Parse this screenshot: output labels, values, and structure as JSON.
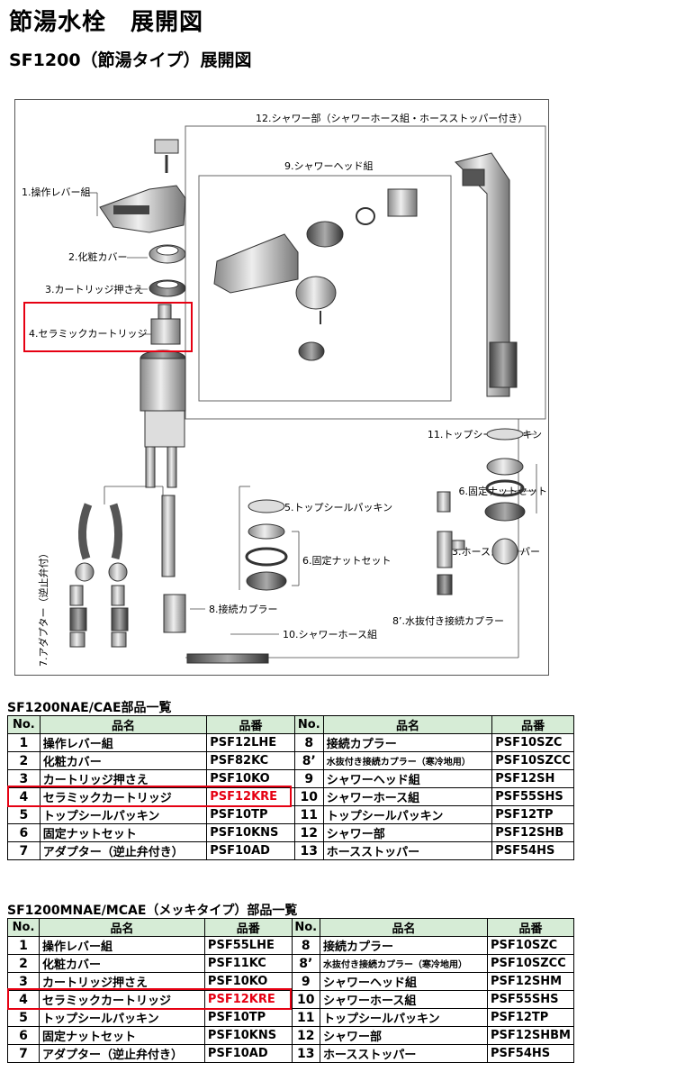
{
  "header": {
    "title": "節湯水栓　展開図",
    "subtitle": "SF1200（節湯タイプ）展開図"
  },
  "diagram": {
    "labels": {
      "p1": "1.操作レバー組",
      "p2": "2.化粧カバー",
      "p3": "3.カートリッジ押さえ",
      "p4": "4.セラミックカートリッジ",
      "p5": "5.トップシールパッキン",
      "p6a": "6.固定ナットセット",
      "p6b": "6.固定ナットセット",
      "p7": "7.アダプター（逆止弁付）",
      "p8": "8.接続カプラー",
      "p8d": "8’.水抜付き接続カプラー",
      "p9": "9.シャワーヘッド組",
      "p10": "10.シャワーホース組",
      "p11": "11.トップシールパッキン",
      "p12": "12.シャワー部（シャワーホース組・ホースストッパー付き）",
      "p13": "13.ホースストッパー"
    },
    "highlight_color": "#e60012"
  },
  "table1": {
    "caption": "SF1200NAE/CAE部品一覧",
    "headers": [
      "No.",
      "品名",
      "品番",
      "No.",
      "品名",
      "品番"
    ],
    "rows": [
      [
        "1",
        "操作レバー組",
        "PSF12LHE",
        "8",
        "接続カプラー",
        "PSF10SZC"
      ],
      [
        "2",
        "化粧カバー",
        "PSF82KC",
        "8’",
        "水抜付き接続カプラー（寒冷地用）",
        "PSF10SZCC"
      ],
      [
        "3",
        "カートリッジ押さえ",
        "PSF10KO",
        "9",
        "シャワーヘッド組",
        "PSF12SH"
      ],
      [
        "4",
        "セラミックカートリッジ",
        "PSF12KRE",
        "10",
        "シャワーホース組",
        "PSF55SHS"
      ],
      [
        "5",
        "トップシールパッキン",
        "PSF10TP",
        "11",
        "トップシールパッキン",
        "PSF12TP"
      ],
      [
        "6",
        "固定ナットセット",
        "PSF10KNS",
        "12",
        "シャワー部",
        "PSF12SHB"
      ],
      [
        "7",
        "アダプター（逆止弁付き）",
        "PSF10AD",
        "13",
        "ホースストッパー",
        "PSF54HS"
      ]
    ]
  },
  "table2": {
    "caption": "SF1200MNAE/MCAE（メッキタイプ）部品一覧",
    "headers": [
      "No.",
      "品名",
      "品番",
      "No.",
      "品名",
      "品番"
    ],
    "rows": [
      [
        "1",
        "操作レバー組",
        "PSF55LHE",
        "8",
        "接続カプラー",
        "PSF10SZC"
      ],
      [
        "2",
        "化粧カバー",
        "PSF11KC",
        "8’",
        "水抜付き接続カプラー（寒冷地用）",
        "PSF10SZCC"
      ],
      [
        "3",
        "カートリッジ押さえ",
        "PSF10KO",
        "9",
        "シャワーヘッド組",
        "PSF12SHM"
      ],
      [
        "4",
        "セラミックカートリッジ",
        "PSF12KRE",
        "10",
        "シャワーホース組",
        "PSF55SHS"
      ],
      [
        "5",
        "トップシールパッキン",
        "PSF10TP",
        "11",
        "トップシールパッキン",
        "PSF12TP"
      ],
      [
        "6",
        "固定ナットセット",
        "PSF10KNS",
        "12",
        "シャワー部",
        "PSF12SHBM"
      ],
      [
        "7",
        "アダプター（逆止弁付き）",
        "PSF10AD",
        "13",
        "ホースストッパー",
        "PSF54HS"
      ]
    ]
  }
}
